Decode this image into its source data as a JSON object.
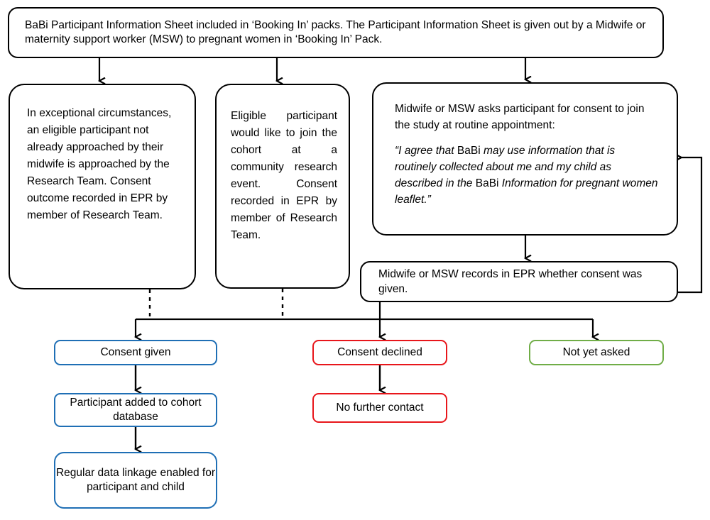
{
  "diagram": {
    "title": "BaBi consent recruitment flowchart",
    "colors": {
      "stroke": "#000000",
      "consent_given": "#1F6FB5",
      "consent_declined": "#E8161B",
      "not_yet_asked": "#70AD47",
      "background": "#FFFFFF"
    },
    "nodes": {
      "info_sheet": {
        "id": "n-top",
        "text": "BaBi Participant Information Sheet included in ‘Booking In’ packs. The Participant Information Sheet is given out by a Midwife or maternity support worker (MSW) to pregnant women in ‘Booking In’ Pack."
      },
      "exceptional_circumstances": {
        "id": "n-left",
        "text": "In exceptional circumstances, an eligible participant not already approached by their midwife is approached by the Research Team. Consent outcome recorded in EPR by member of Research Team."
      },
      "community_event": {
        "id": "n-mid",
        "text": "Eligible participant would like to join the cohort at a community research event. Consent recorded in EPR by member of Research Team."
      },
      "routine_appointment": {
        "id": "n-right",
        "text": "Midwife or MSW asks participant for consent to join the study at routine appointment:",
        "quote_part1": "“I agree that ",
        "quote_brand1": "BaBi",
        "quote_part2": " may use information that is routinely collected about me and my child as described in the ",
        "quote_brand2": "BaBi",
        "quote_part3": " Information for pregnant women leaflet.”"
      },
      "epr_record": {
        "id": "n-epr",
        "text": "Midwife or MSW records in EPR whether consent was given."
      },
      "consent_given": {
        "id": "n-given",
        "text": "Consent given"
      },
      "participant_added": {
        "id": "n-added",
        "text": "Participant added to cohort database"
      },
      "regular_linkage": {
        "id": "n-linkage",
        "text": "Regular data linkage enabled for participant and child"
      },
      "consent_declined": {
        "id": "n-declined",
        "text": "Consent declined"
      },
      "no_further_contact": {
        "id": "n-nocontact",
        "text": "No further contact"
      },
      "not_yet_asked": {
        "id": "n-notasked",
        "text": "Not yet asked"
      }
    },
    "edges": [
      {
        "name": "info-sheet-to-exceptional",
        "style": "solid",
        "arrow": "down"
      },
      {
        "name": "info-sheet-to-community",
        "style": "solid",
        "arrow": "down"
      },
      {
        "name": "info-sheet-to-routine",
        "style": "solid",
        "arrow": "down"
      },
      {
        "name": "routine-to-epr-record",
        "style": "solid",
        "arrow": "down"
      },
      {
        "name": "epr-record-feedback-to-routine",
        "style": "solid",
        "arrow": "left"
      },
      {
        "name": "exceptional-to-distribution-bus",
        "style": "dashed",
        "arrow": "none"
      },
      {
        "name": "community-to-distribution-bus",
        "style": "dashed",
        "arrow": "none"
      },
      {
        "name": "bus-to-consent-given",
        "style": "solid",
        "arrow": "down"
      },
      {
        "name": "bus-to-consent-declined",
        "style": "solid",
        "arrow": "down"
      },
      {
        "name": "bus-to-not-yet-asked",
        "style": "solid",
        "arrow": "down"
      },
      {
        "name": "consent-given-to-participant-added",
        "style": "solid",
        "arrow": "down"
      },
      {
        "name": "participant-added-to-regular-linkage",
        "style": "solid",
        "arrow": "down"
      },
      {
        "name": "consent-declined-to-no-further-contact",
        "style": "solid",
        "arrow": "down"
      }
    ]
  }
}
